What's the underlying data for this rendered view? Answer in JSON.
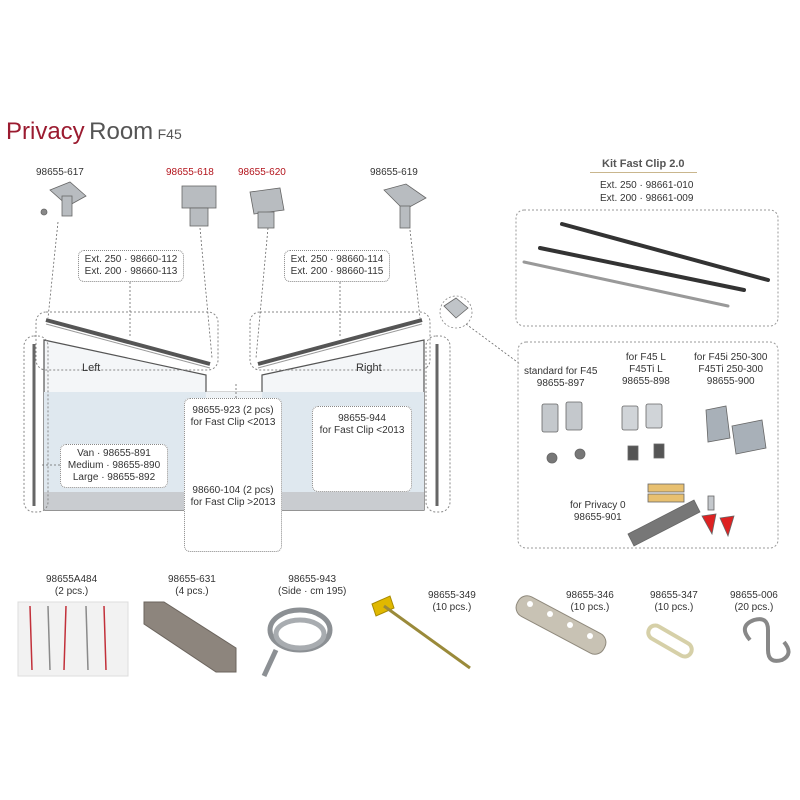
{
  "title": {
    "privacy": "Privacy",
    "room": "Room",
    "model": "F45"
  },
  "top_parts": {
    "p617": "98655-617",
    "p618": "98655-618",
    "p620": "98655-620",
    "p619": "98655-619"
  },
  "rail_left": {
    "line1": "Ext. 250 · 98660-112",
    "line2": "Ext. 200 · 98660-113"
  },
  "rail_right": {
    "line1": "Ext. 250 · 98660-114",
    "line2": "Ext. 200 · 98660-115"
  },
  "kit": {
    "title": "Kit Fast Clip 2.0",
    "line1": "Ext. 250 · 98661-010",
    "line2": "Ext. 200 · 98661-009"
  },
  "panel_labels": {
    "left": "Left",
    "right": "Right"
  },
  "fast_clip_old": {
    "line1": "98655-923 (2 pcs)",
    "line2": "for Fast Clip <2013"
  },
  "fast_clip_new": {
    "line1": "98660-104 (2 pcs)",
    "line2": "for Fast Clip >2013"
  },
  "fast_clip_944": {
    "line1": "98655-944",
    "line2": "for Fast Clip <2013"
  },
  "sizes": {
    "van": "Van · 98655-891",
    "medium": "Medium · 98655-890",
    "large": "Large · 98655-892"
  },
  "adapters": {
    "standard": {
      "line1": "standard for F45",
      "line2": "98655-897"
    },
    "f45l": {
      "line1": "for F45 L",
      "line2": "F45Ti L",
      "line3": "98655-898"
    },
    "f45i": {
      "line1": "for F45i 250-300",
      "line2": "F45Ti 250-300",
      "line3": "98655-900"
    },
    "privacy0": {
      "line1": "for Privacy 0",
      "line2": "98655-901"
    }
  },
  "bottom_parts": {
    "curtain": {
      "code": "98655A484",
      "qty": "(2 pcs.)"
    },
    "profile": {
      "code": "98655-631",
      "qty": "(4 pcs.)"
    },
    "zip": {
      "code": "98655-943",
      "qty": "(Side · cm 195)"
    },
    "peg": {
      "code": "98655-349",
      "qty": "(10 pcs.)"
    },
    "strap": {
      "code": "98655-346",
      "qty": "(10 pcs.)"
    },
    "band": {
      "code": "98655-347",
      "qty": "(10 pcs.)"
    },
    "hook": {
      "code": "98655-006",
      "qty": "(20 pcs.)"
    }
  }
}
